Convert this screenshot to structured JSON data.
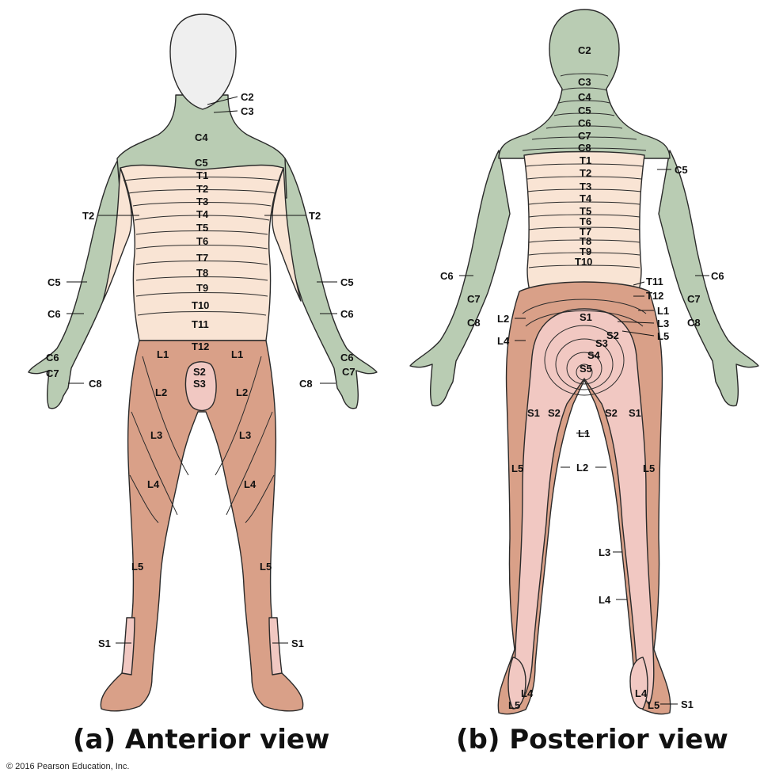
{
  "colors": {
    "cervical": "#b9ccb3",
    "thoracic": "#f9e4d4",
    "lumbar": "#d9a088",
    "sacral": "#f1c8c2",
    "head": "#efefef",
    "outline": "#2a2a2a"
  },
  "anterior": {
    "caption": "(a) Anterior view",
    "labels": {
      "C2": "C2",
      "C3": "C3",
      "C4": "C4",
      "C5": "C5",
      "T1": "T1",
      "T2": "T2",
      "T3": "T3",
      "T4": "T4",
      "T5": "T5",
      "T6": "T6",
      "T7": "T7",
      "T8": "T8",
      "T9": "T9",
      "T10": "T10",
      "T11": "T11",
      "T12": "T12",
      "T2L": "T2",
      "T2R": "T2",
      "C5L": "C5",
      "C5R": "C5",
      "C6L": "C6",
      "C6R": "C6",
      "C6HL": "C6",
      "C6HR": "C6",
      "C7L": "C7",
      "C7R": "C7",
      "C8L": "C8",
      "C8R": "C8",
      "L1L": "L1",
      "L1R": "L1",
      "S2": "S2",
      "S3": "S3",
      "L2L": "L2",
      "L2R": "L2",
      "L3L": "L3",
      "L3R": "L3",
      "L4L": "L4",
      "L4R": "L4",
      "L5L": "L5",
      "L5R": "L5",
      "S1L": "S1",
      "S1R": "S1"
    }
  },
  "posterior": {
    "caption": "(b) Posterior view",
    "labels": {
      "C2": "C2",
      "C3": "C3",
      "C4": "C4",
      "C5": "C5",
      "C6": "C6",
      "C7": "C7",
      "C8": "C8",
      "T1": "T1",
      "T2": "T2",
      "T3": "T3",
      "T4": "T4",
      "T5": "T5",
      "T6": "T6",
      "T7": "T7",
      "T8": "T8",
      "T9": "T9",
      "T10": "T10",
      "C5R": "C5",
      "C6L": "C6",
      "C6R": "C6",
      "C7L": "C7",
      "C7R": "C7",
      "C8L": "C8",
      "C8R": "C8",
      "T11": "T11",
      "T12": "T12",
      "L1": "L1",
      "L2": "L2",
      "L3": "L3",
      "L4": "L4",
      "L5": "L5",
      "S1": "S1",
      "S2": "S2",
      "S3": "S3",
      "S4": "S4",
      "S5": "S5",
      "S1L": "S1",
      "S2L": "S2",
      "S2R": "S2",
      "S1R": "S1",
      "L1leg": "L1",
      "L2leg": "L2",
      "L5L": "L5",
      "L5R": "L5",
      "L3leg": "L3",
      "L4leg": "L4",
      "L4FL": "L4",
      "L5FL": "L5",
      "L4FR": "L4",
      "L5FR": "L5",
      "S1F": "S1"
    }
  },
  "copyright": "© 2016 Pearson Education, Inc."
}
